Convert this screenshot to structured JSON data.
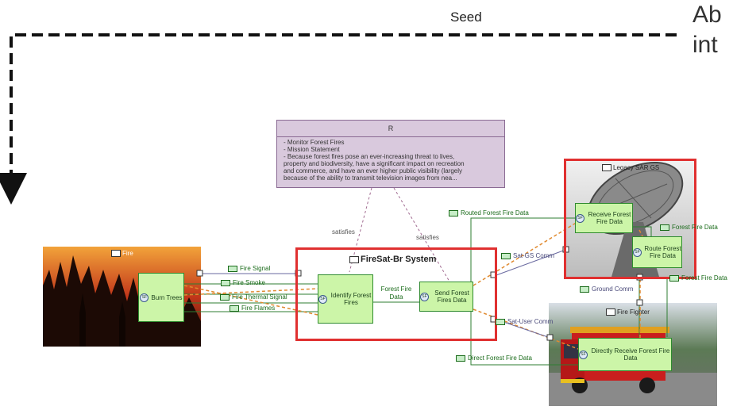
{
  "seed_label": "Seed",
  "truncated_text_line1": "Ab",
  "truncated_text_line2": "int",
  "requirement": {
    "header_symbol": "R",
    "lines": [
      "- Monitor Forest Fires",
      "- Mission Statement",
      "- Because forest fires pose an ever-increasing threat to lives,",
      "property and biodiversity, have a significant impact on recreation",
      "and commerce, and have an ever higher public visibility (largely",
      "because of the ability to transmit television images from nea..."
    ]
  },
  "satisfies_label_1": "satisfies",
  "satisfies_label_2": "satisfies",
  "fire": {
    "title": "Fire",
    "function": "Burn Trees"
  },
  "system": {
    "title": "FireSat-Br System",
    "identify": "Identify Forest Fires",
    "send": "Send Forest Fires Data"
  },
  "ground_station": {
    "title": "Legacy SAR GS",
    "receive": "Receive Forest Fire Data",
    "route": "Route Forest Fire Data"
  },
  "fire_fighter": {
    "title": "Fire Fighter",
    "function": "Directly Receive Forest Fire Data"
  },
  "exchanges": {
    "fire_signal": "Fire Signal",
    "fire_smoke": "Fire Smoke",
    "fire_thermal": "Fire Thermal Signal",
    "fire_flames": "Fire Flames",
    "forest_fire_data": "Forest Fire Data",
    "routed": "Routed Forest Fire Data",
    "forest_fire_data_gs": "Forest Fire Data",
    "forest_fire_data_ff": "Forest Fire Data",
    "direct": "Direct Forest Fire Data",
    "sat_gs": "Sat-GS Comm",
    "sat_user": "Sat-User Comm",
    "ground_comm": "Ground Comm"
  },
  "function_icon_text": "SF",
  "colors": {
    "requirement": "#d9c9dd",
    "function": "#ccf5a8",
    "frame": "#e03030",
    "exchange": "#1a6b1a",
    "component_link": "#4a4a7a"
  }
}
